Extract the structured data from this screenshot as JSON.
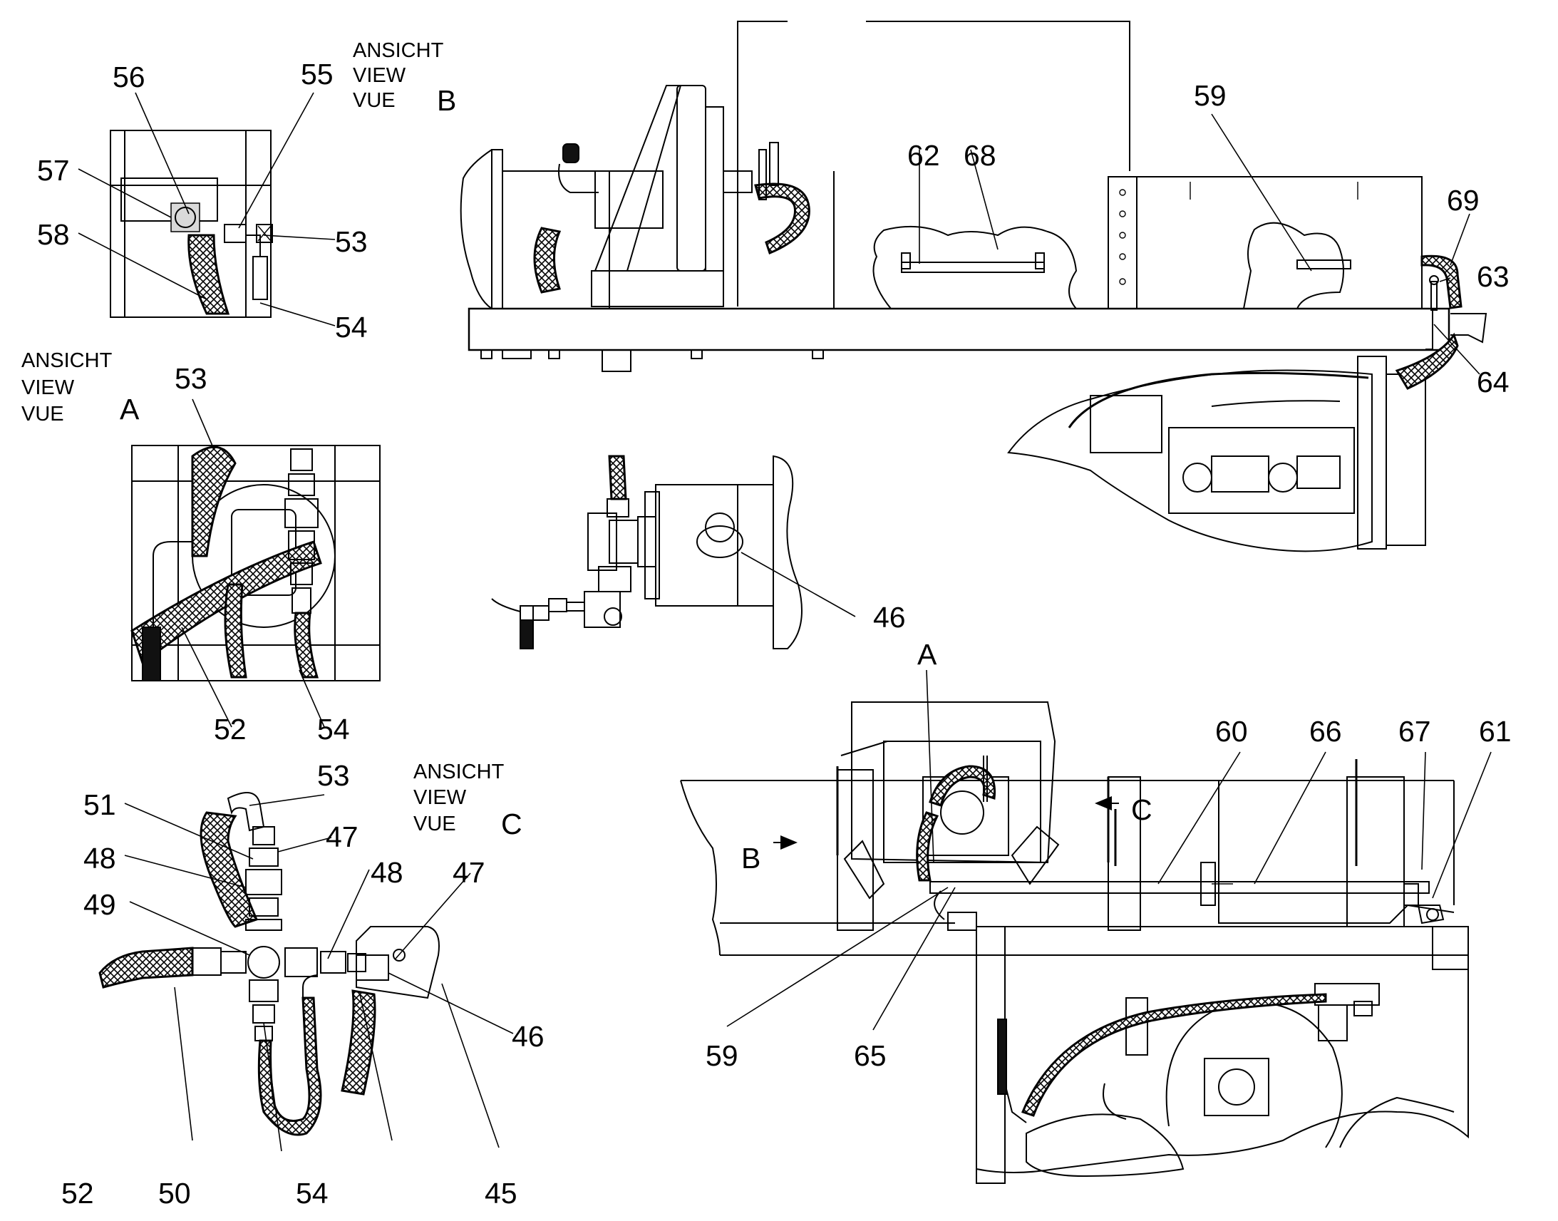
{
  "views": {
    "ansicht": "ANSICHT",
    "view": "VIEW",
    "vue": "VUE",
    "letter_a": "A",
    "letter_b": "B",
    "letter_c": "C"
  },
  "markers": {
    "a": "A",
    "b": "B",
    "c": "C"
  },
  "callouts": {
    "n45": "45",
    "n46": "46",
    "n47": "47",
    "n48": "48",
    "n49": "49",
    "n50": "50",
    "n51": "51",
    "n52": "52",
    "n53": "53",
    "n54": "54",
    "n55": "55",
    "n56": "56",
    "n57": "57",
    "n58": "58",
    "n59": "59",
    "n60": "60",
    "n61": "61",
    "n62": "62",
    "n63": "63",
    "n64": "64",
    "n65": "65",
    "n66": "66",
    "n67": "67",
    "n68": "68",
    "n69": "69"
  }
}
